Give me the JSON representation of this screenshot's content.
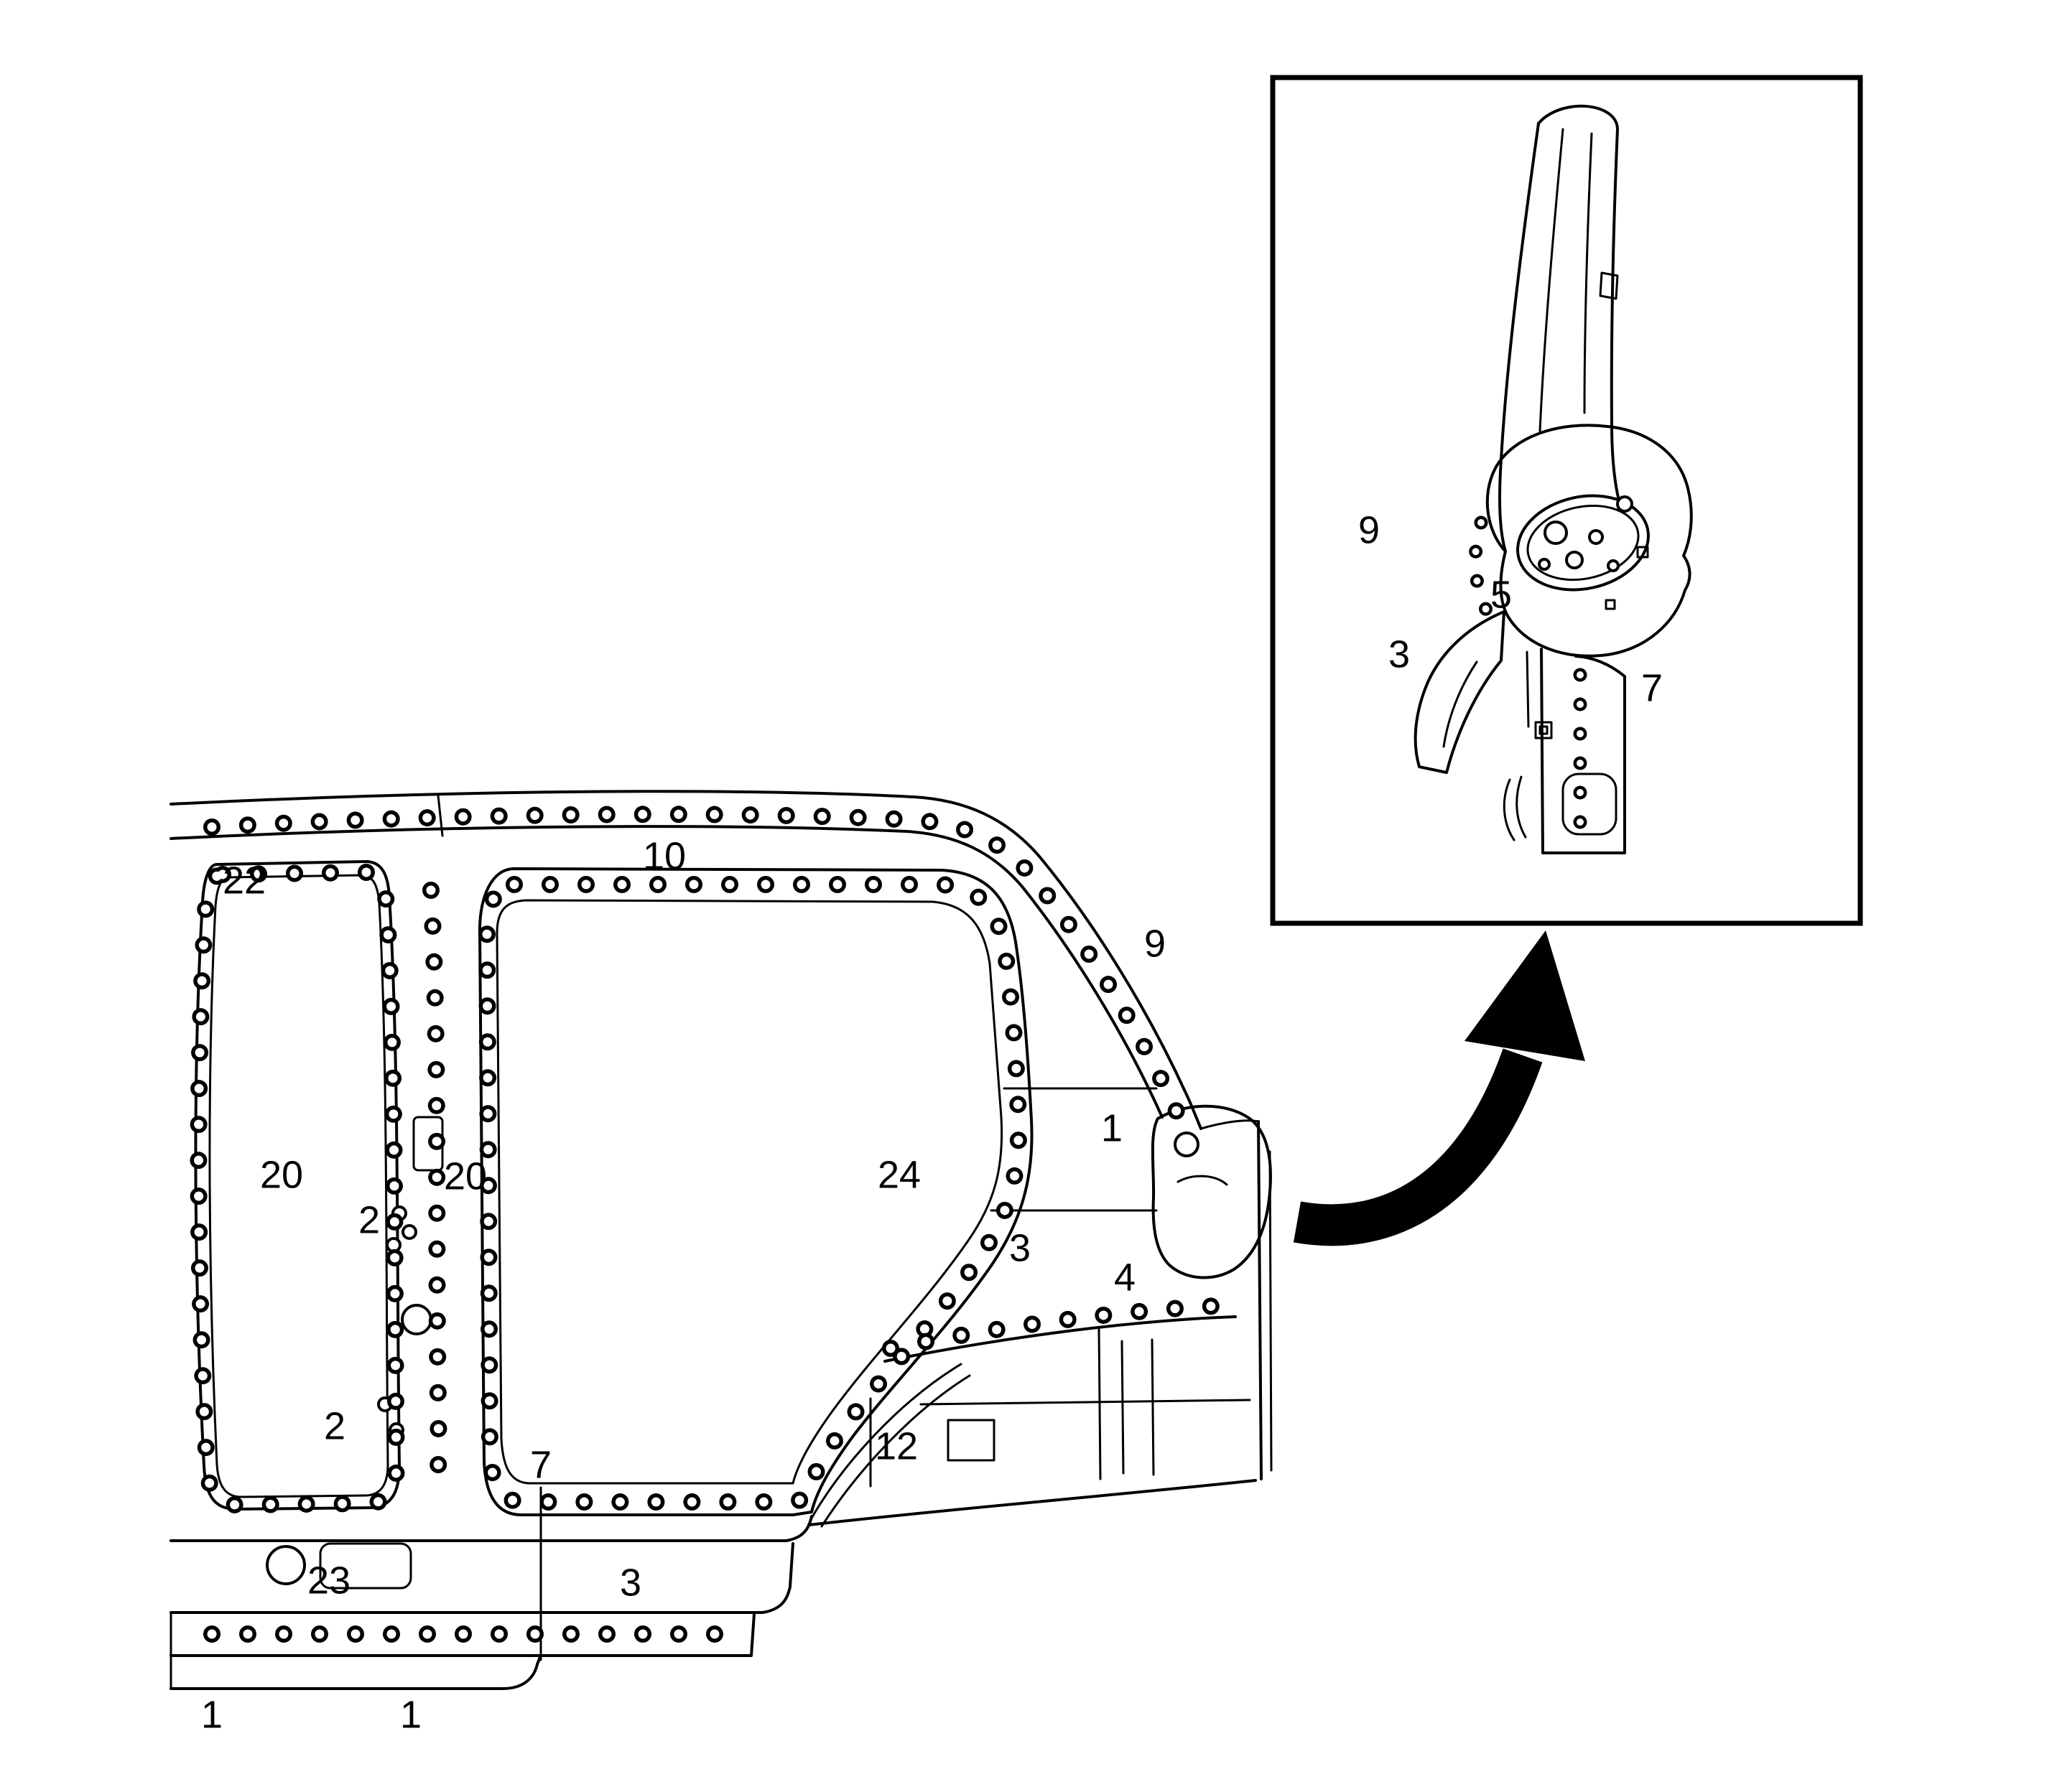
{
  "figure": {
    "kind": "technical line diagram",
    "colors": {
      "line": "#000000",
      "background": "#ffffff"
    }
  },
  "callouts": {
    "main": [
      {
        "id": "22"
      },
      {
        "id": "10"
      },
      {
        "id": "9"
      },
      {
        "id": "1"
      },
      {
        "id": "20"
      },
      {
        "id": "20"
      },
      {
        "id": "2"
      },
      {
        "id": "24"
      },
      {
        "id": "3"
      },
      {
        "id": "4"
      },
      {
        "id": "2"
      },
      {
        "id": "7"
      },
      {
        "id": "12"
      },
      {
        "id": "23"
      },
      {
        "id": "3"
      },
      {
        "id": "1"
      },
      {
        "id": "1"
      }
    ],
    "inset": [
      {
        "id": "9"
      },
      {
        "id": "5"
      },
      {
        "id": "3"
      },
      {
        "id": "7"
      }
    ]
  }
}
